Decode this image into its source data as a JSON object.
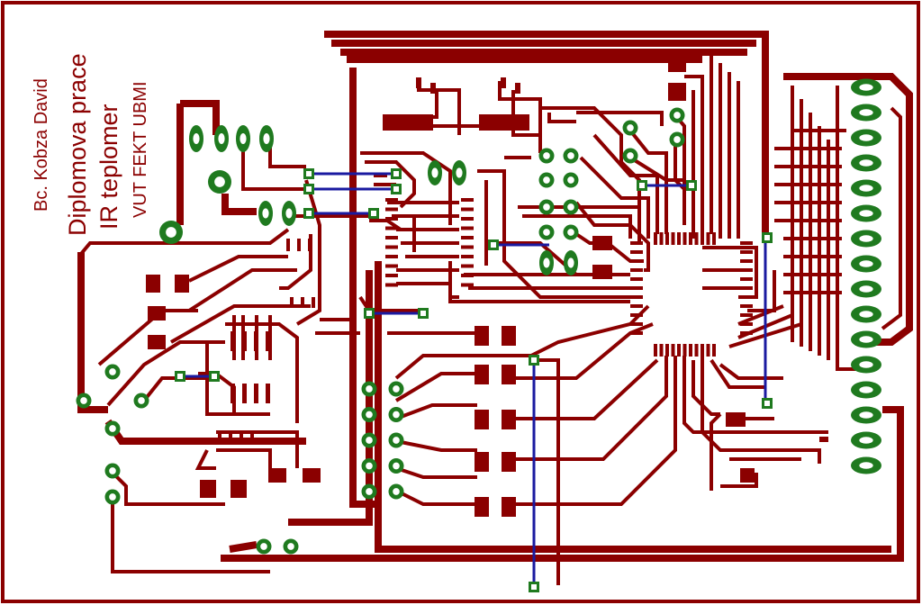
{
  "labels": {
    "author": "Bc. Kobza David",
    "thesis": "Diplomova prace",
    "project": "IR teplomer",
    "school": "VUT FEKT UBMI"
  },
  "colors": {
    "copper": "#8b0000",
    "pad_green": "#1f7a1f",
    "jumper_blue": "#1a1aa0",
    "background": "#ffffff"
  }
}
